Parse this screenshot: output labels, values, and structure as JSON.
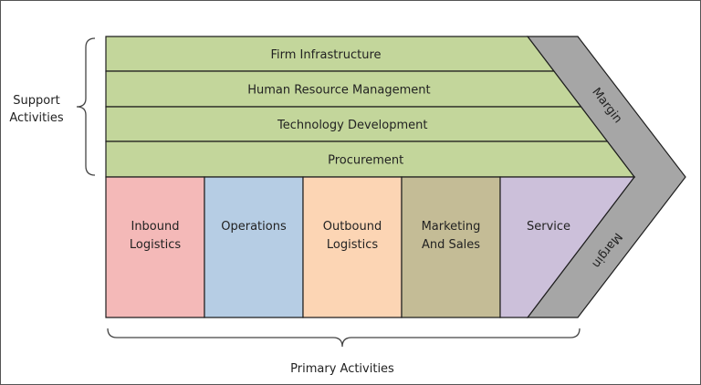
{
  "support": {
    "label_line1": "Support",
    "label_line2": "Activities",
    "rows": [
      "Firm Infrastructure",
      "Human Resource Management",
      "Technology Development",
      "Procurement"
    ]
  },
  "primary": {
    "label": "Primary Activities",
    "columns": [
      {
        "line1": "Inbound",
        "line2": "Logistics",
        "color": "#f4b9b8"
      },
      {
        "line1": "Operations",
        "line2": "",
        "color": "#b6cde4"
      },
      {
        "line1": "Outbound",
        "line2": "Logistics",
        "color": "#fcd5b4"
      },
      {
        "line1": "Marketing",
        "line2": "And Sales",
        "color": "#c4bc96"
      },
      {
        "line1": "Service",
        "line2": "",
        "color": "#ccc0da"
      }
    ]
  },
  "margin": {
    "top_label": "Margin",
    "bottom_label": "Margin",
    "color": "#a6a6a6"
  },
  "colors": {
    "support": "#c3d69b",
    "outline": "#1e1e1e"
  }
}
